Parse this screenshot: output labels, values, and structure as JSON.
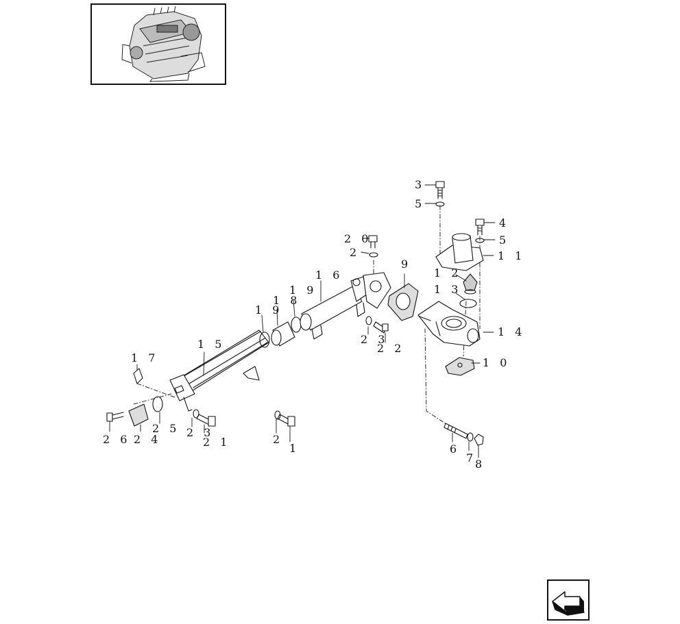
{
  "diagram": {
    "callouts": [
      "1",
      "2",
      "2",
      "2 0",
      "3",
      "4",
      "5",
      "5",
      "6",
      "7",
      "8",
      "9",
      "1 0",
      "1 1",
      "1 2",
      "1 3",
      "1 4",
      "1 5",
      "1 6",
      "1 7",
      "1 8",
      "1 9",
      "1 9",
      "2 1",
      "2 2",
      "2 3",
      "2 3",
      "2 4",
      "2 5",
      "2 6"
    ]
  },
  "thumbnail": {
    "icon": "engine-thumbnail-icon"
  },
  "navigation": {
    "icon": "next-page-arrow-icon"
  }
}
